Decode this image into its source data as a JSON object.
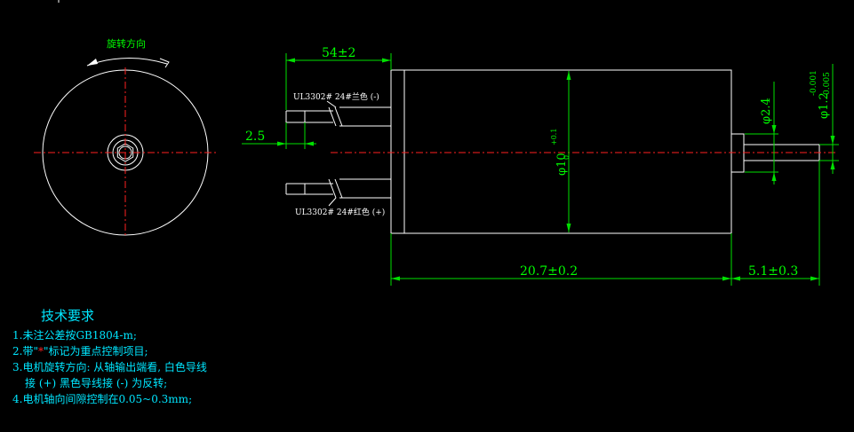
{
  "labels": {
    "rotation": "旋转方向",
    "lead_top": "UL3302# 24#兰色 (-)",
    "lead_bottom": "UL3302# 24#红色 (+)",
    "dim_54": "54±2",
    "dim_2_5": "2.5",
    "dim_20_7": "20.7±0.2",
    "dim_5_1": "5.1±0.3",
    "dim_d10": "φ10",
    "dim_d10_tol": "+0.1",
    "dim_d10_tol2": "0",
    "dim_d2_4": "φ2.4",
    "dim_d1_2": "φ1.2",
    "dim_d1_2_tol": "-0.001",
    "dim_d1_2_tol2": "-0.005"
  },
  "notes": {
    "title": "技术要求",
    "l1": "1.未注公差按GB1804-m;",
    "l2a": "2.带\"",
    "l2star": "*",
    "l2b": "\"标记为重点控制项目;",
    "l3a": "3.电机旋转方向: 从轴输出端看, 白色导线",
    "l3b": "接 (+) 黑色导线接 (-) 为反转;",
    "l4": "4.电机轴向间隙控制在0.05~0.3mm;"
  }
}
